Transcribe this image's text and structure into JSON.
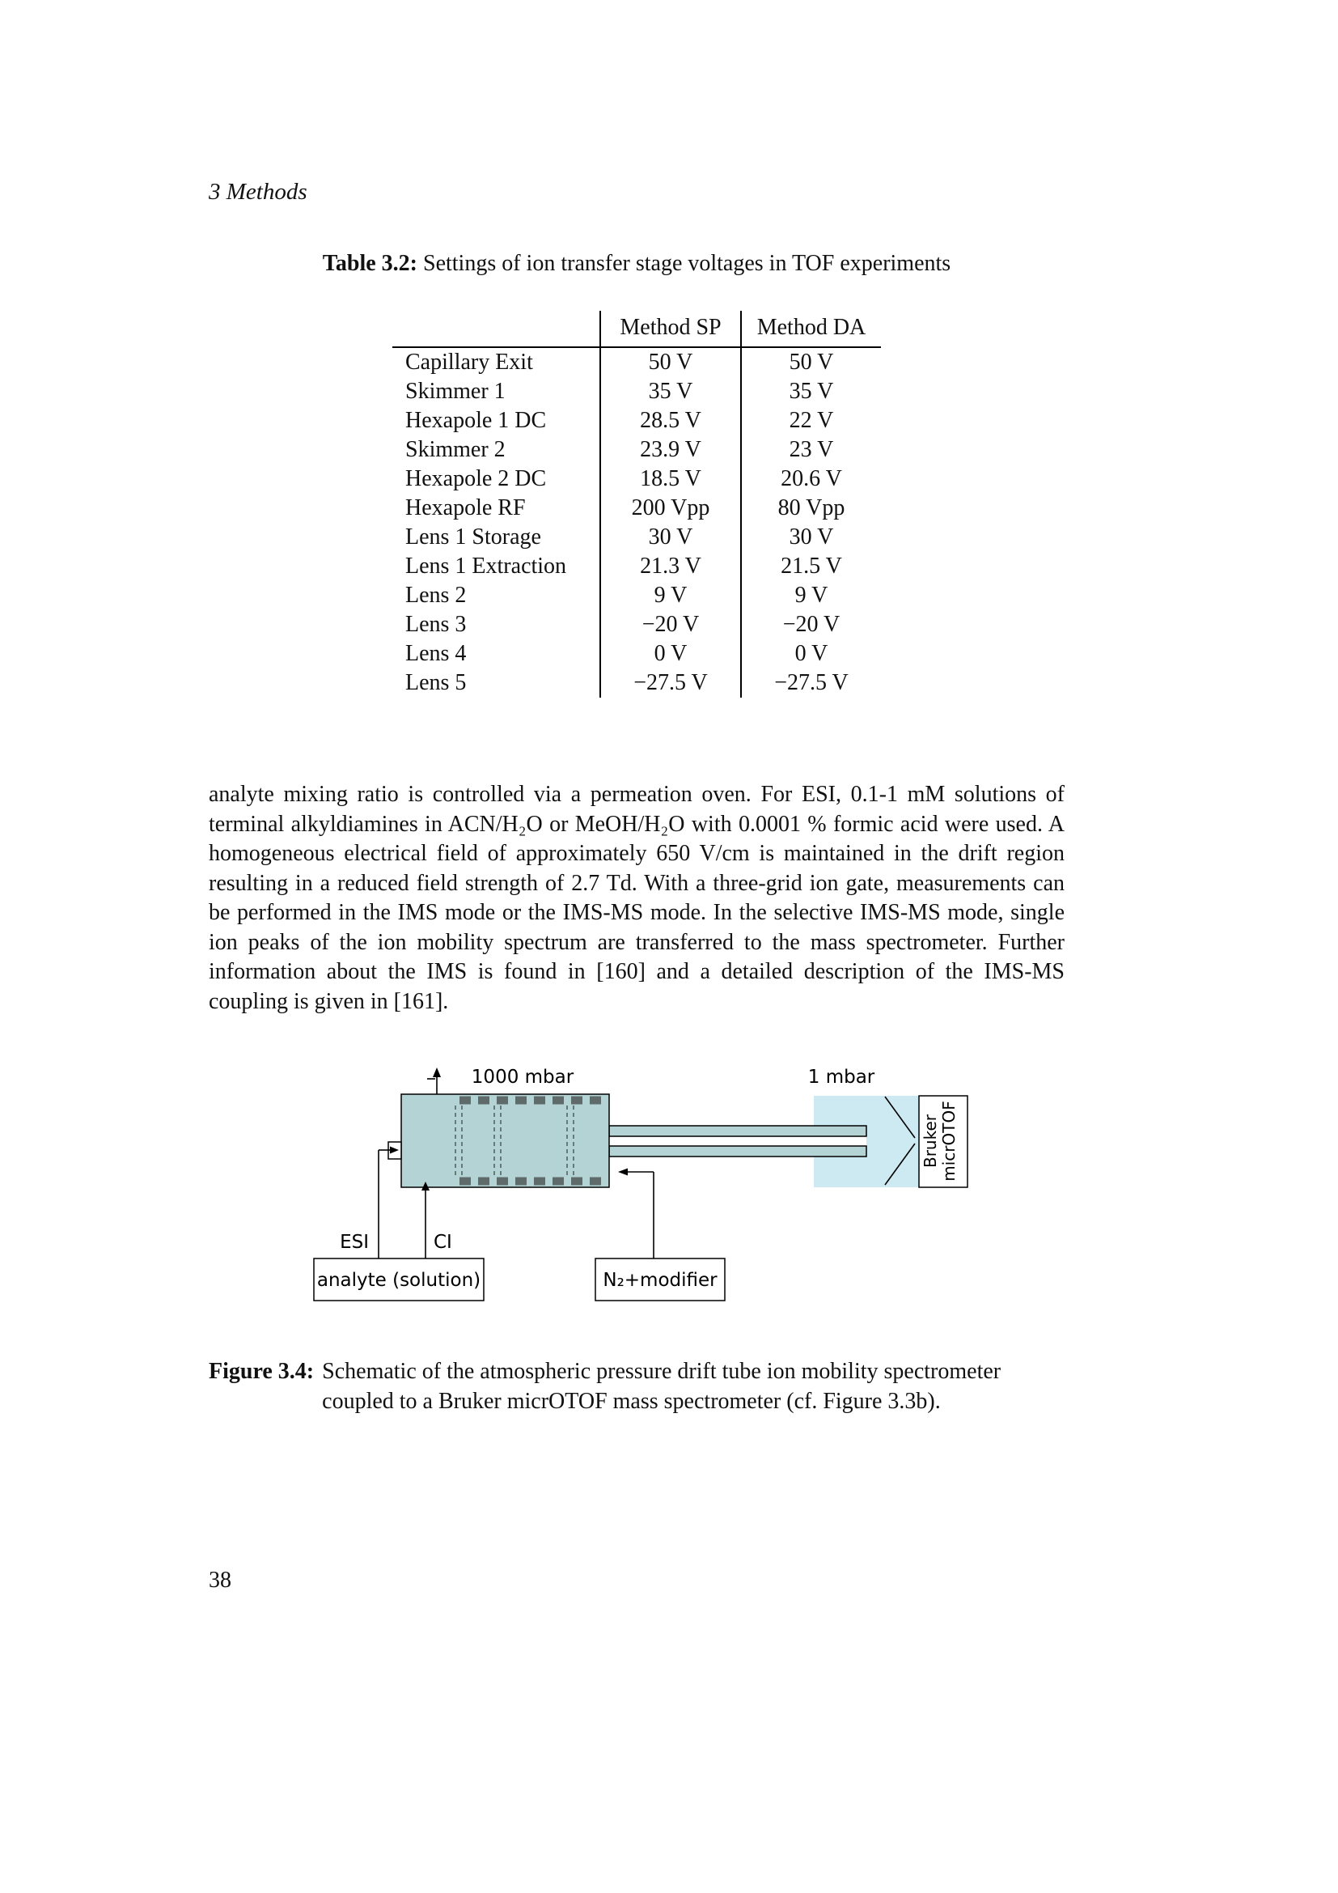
{
  "page": {
    "running_head": "3 Methods",
    "page_number": "38"
  },
  "table": {
    "caption_label": "Table 3.2:",
    "caption_text": "Settings of ion transfer stage voltages in TOF experiments",
    "col_sp": "Method SP",
    "col_da": "Method DA",
    "rows": [
      {
        "label": "Capillary Exit",
        "sp": "50 V",
        "da": "50 V"
      },
      {
        "label": "Skimmer 1",
        "sp": "35 V",
        "da": "35 V"
      },
      {
        "label": "Hexapole 1 DC",
        "sp": "28.5 V",
        "da": "22 V"
      },
      {
        "label": "Skimmer 2",
        "sp": "23.9 V",
        "da": "23 V"
      },
      {
        "label": "Hexapole 2 DC",
        "sp": "18.5 V",
        "da": "20.6 V"
      },
      {
        "label": "Hexapole RF",
        "sp": "200 Vpp",
        "da": "80 Vpp"
      },
      {
        "label": "Lens 1 Storage",
        "sp": "30 V",
        "da": "30 V"
      },
      {
        "label": "Lens 1 Extraction",
        "sp": "21.3 V",
        "da": "21.5 V"
      },
      {
        "label": "Lens 2",
        "sp": "9 V",
        "da": "9 V"
      },
      {
        "label": "Lens 3",
        "sp": "−20 V",
        "da": "−20 V"
      },
      {
        "label": "Lens 4",
        "sp": "0 V",
        "da": "0 V"
      },
      {
        "label": "Lens 5",
        "sp": "−27.5 V",
        "da": "−27.5 V"
      }
    ]
  },
  "paragraph": {
    "text": "analyte mixing ratio is controlled via a permeation oven. For ESI, 0.1-1 mM solutions of terminal alkyldiamines in ACN/H₂O or MeOH/H₂O with 0.0001 % formic acid were used. A homogeneous electrical field of approximately 650 V/cm is maintained in the drift region resulting in a reduced field strength of 2.7 Td. With a three-grid ion gate, measurements can be performed in the IMS mode or the IMS-MS mode. In the selective IMS-MS mode, single ion peaks of the ion mobility spectrum are transferred to the mass spectrometer. Further information about the IMS is found in [160] and a detailed description of the IMS-MS coupling is given in [161]."
  },
  "figure": {
    "pressure_left": "1000 mbar",
    "pressure_right": "1 mbar",
    "ms_label_line1": "Bruker",
    "ms_label_line2": "micrOTOF",
    "esi_label": "ESI",
    "ci_label": "CI",
    "analyte_box": "analyte (solution)",
    "n2_box": "N₂+modifier",
    "colors": {
      "drift_tube": "#b3d3d4",
      "low_pressure_chamber": "#cdeaf3",
      "electrode": "#5f6b6b"
    },
    "caption_label": "Figure 3.4:",
    "caption_text": "Schematic of the atmospheric pressure drift tube ion mobility spectrometer coupled to a Bruker micrOTOF mass spectrometer (cf. Figure 3.3b)."
  }
}
